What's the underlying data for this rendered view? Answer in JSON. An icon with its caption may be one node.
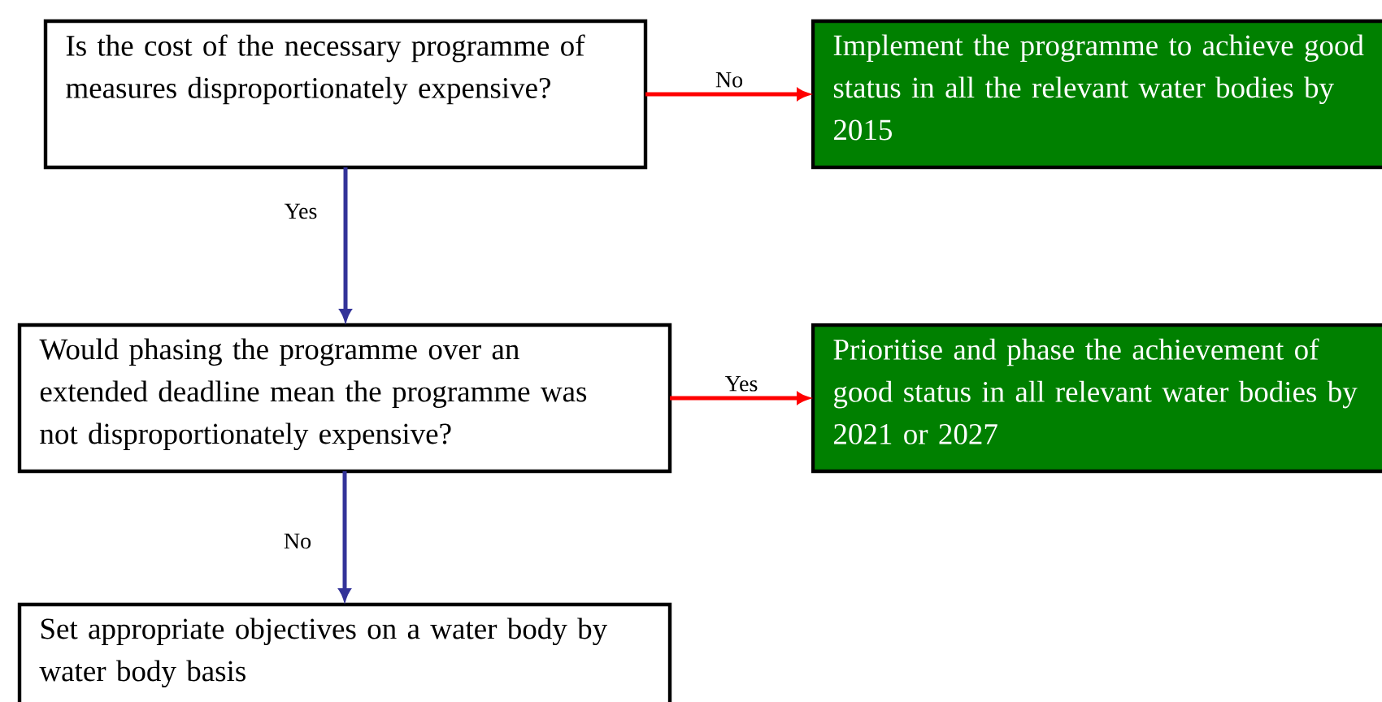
{
  "diagram": {
    "nodes": [
      {
        "text": [
          "Is the cost of the necessary programme of measures disproportionately expensive?"
        ]
      },
      {
        "text": [
          "Implement the programme to achieve good status in all the relevant water bodies by 2015"
        ]
      },
      {
        "text": [
          "Would phasing the programme over an extended deadline mean the programme was not disproportionately expensive?"
        ]
      },
      {
        "text": [
          "Prioritise and phase the achievement of good status in all relevant water bodies by 2021 or 2027"
        ]
      },
      {
        "text": [
          "Set appropriate objectives on a water body by water body basis"
        ]
      }
    ],
    "edges": [
      {
        "from": 0,
        "to": 1,
        "arrow": "to",
        "label": "No",
        "color": "#ff0000"
      },
      {
        "from": 0,
        "to": 2,
        "arrow": "to",
        "label": "Yes",
        "color": "#333399"
      },
      {
        "from": 2,
        "to": 3,
        "arrow": "to",
        "label": "Yes",
        "color": "#ff0000"
      },
      {
        "from": 2,
        "to": 4,
        "arrow": "to",
        "label": "No",
        "color": "#333399"
      }
    ]
  }
}
